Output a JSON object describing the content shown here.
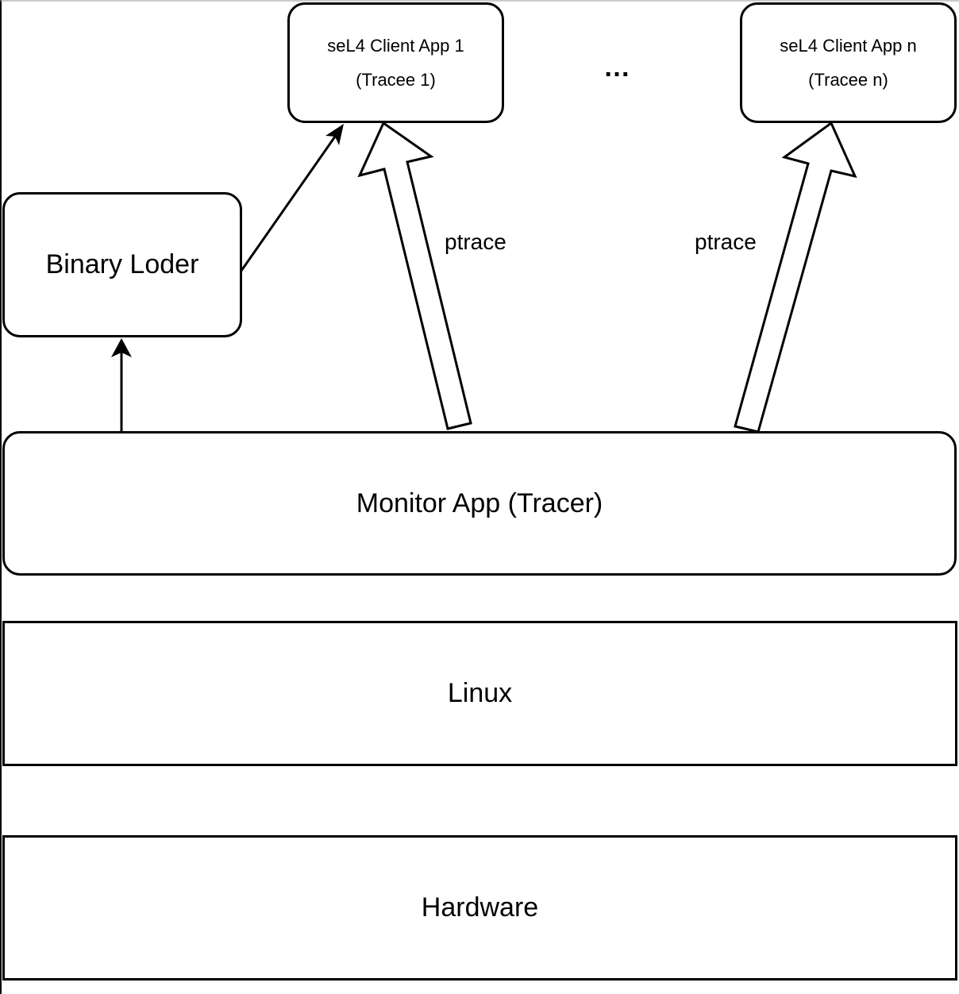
{
  "nodes": {
    "client_app_1": {
      "line1": "seL4 Client App 1",
      "line2": "(Tracee 1)"
    },
    "client_app_n": {
      "line1": "seL4 Client App n",
      "line2": "(Tracee n)"
    },
    "binary_loader": {
      "label": "Binary Loder"
    },
    "monitor_app": {
      "label": "Monitor App (Tracer)"
    },
    "linux": {
      "label": "Linux"
    },
    "hardware": {
      "label": "Hardware"
    }
  },
  "edges": {
    "ptrace_1": {
      "label": "ptrace"
    },
    "ptrace_n": {
      "label": "ptrace"
    }
  },
  "ellipsis": "…",
  "colors": {
    "stroke": "#000000",
    "fill": "#ffffff"
  }
}
